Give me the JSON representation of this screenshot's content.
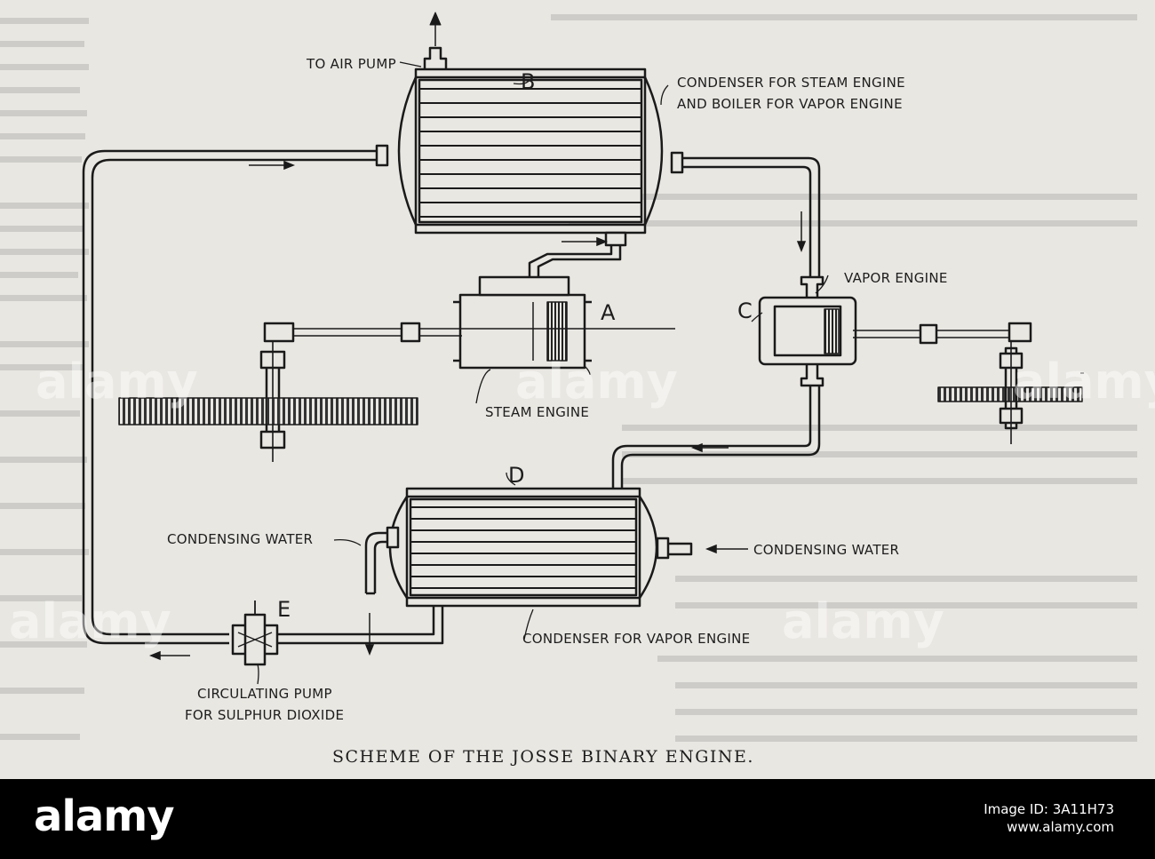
{
  "diagram": {
    "caption": "SCHEME OF THE JOSSE BINARY ENGINE.",
    "labels": {
      "to_air_pump": "TO AIR PUMP",
      "condenser_line1": "CONDENSER FOR STEAM ENGINE",
      "condenser_line2": "AND BOILER FOR VAPOR ENGINE",
      "vapor_engine": "VAPOR ENGINE",
      "steam_engine": "STEAM ENGINE",
      "condensing_water_left": "CONDENSING WATER",
      "condensing_water_right": "CONDENSING WATER",
      "condenser_vapor": "CONDENSER FOR VAPOR ENGINE",
      "pump_line1": "CIRCULATING PUMP",
      "pump_line2": "FOR SULPHUR DIOXIDE"
    },
    "letters": {
      "a": "A",
      "b": "B",
      "c": "C",
      "d": "D",
      "e": "E"
    }
  },
  "watermark": {
    "text": "alamy"
  },
  "footer": {
    "logo": "alamy",
    "image_id": "Image ID: 3A11H73",
    "url": "www.alamy.com"
  }
}
